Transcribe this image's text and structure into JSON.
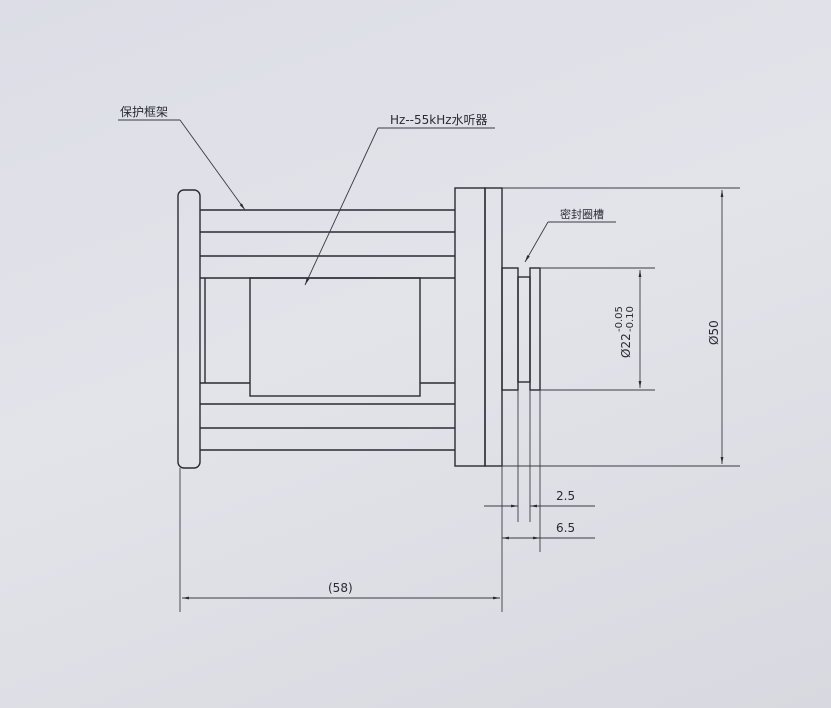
{
  "labels": {
    "frame": "保护框架",
    "hydrophone": "Hz--55kHz水听器",
    "seal_groove": "密封圈槽"
  },
  "dimensions": {
    "outer_diameter": "Ø50",
    "inner_diameter": "Ø22",
    "inner_tol_upper": "-0.05",
    "inner_tol_lower": "-0.10",
    "groove_width": "2.5",
    "step_length": "6.5",
    "overall_length": "(58)"
  }
}
